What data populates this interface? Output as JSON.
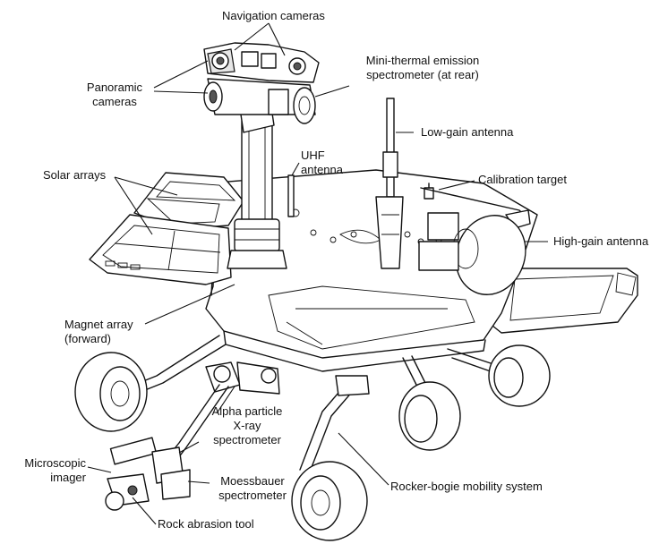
{
  "labels": {
    "navigation_cameras": "Navigation cameras",
    "mini_tes_1": "Mini-thermal emission",
    "mini_tes_2": "spectrometer (at rear)",
    "panoramic_1": "Panoramic",
    "panoramic_2": "cameras",
    "low_gain_antenna": "Low-gain antenna",
    "uhf_1": "UHF",
    "uhf_2": "antenna",
    "solar_arrays": "Solar arrays",
    "calibration_target": "Calibration target",
    "high_gain_antenna": "High-gain antenna",
    "magnet_1": "Magnet array",
    "magnet_2": "(forward)",
    "apxs_1": "Alpha particle",
    "apxs_2": "X-ray",
    "apxs_3": "spectrometer",
    "microscopic_1": "Microscopic",
    "microscopic_2": "imager",
    "moessbauer_1": "Moessbauer",
    "moessbauer_2": "spectrometer",
    "rocker_bogie": "Rocker-bogie mobility system",
    "rock_abrasion_tool": "Rock abrasion tool"
  },
  "colors": {
    "ink": "#111111",
    "background": "#ffffff",
    "shade": "#e6e6e6"
  }
}
